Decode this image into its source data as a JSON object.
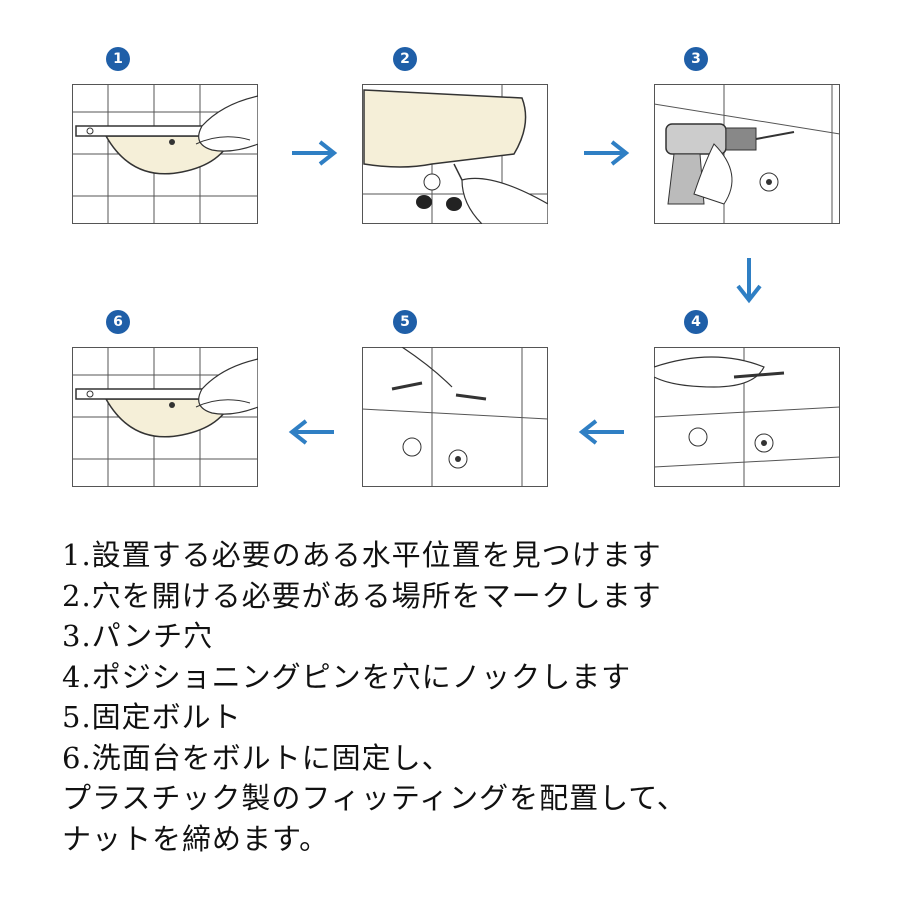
{
  "steps": {
    "badges": [
      "1",
      "2",
      "3",
      "4",
      "5",
      "6"
    ],
    "lines": [
      "1.設置する必要のある水平位置を見つけます",
      "2.穴を開ける必要がある場所をマークします",
      "3.パンチ穴",
      "4.ポジショニングピンを穴にノックします",
      "5.固定ボルト",
      "6.洗面台をボルトに固定し、",
      "プラスチック製のフィッティングを配置して、",
      "ナットを締めます。"
    ]
  },
  "colors": {
    "accent": "#1f5fa8",
    "arrow": "#2f7fc4",
    "line": "#333333"
  },
  "icons": [
    "right-arrow-icon",
    "down-arrow-icon",
    "left-arrow-icon"
  ]
}
